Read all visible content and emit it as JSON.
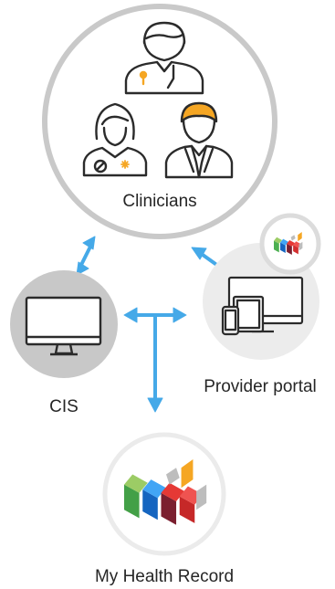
{
  "nodes": {
    "clinicians": {
      "label": "Clinicians"
    },
    "cis": {
      "label": "CIS"
    },
    "provider_portal": {
      "label": "Provider portal"
    },
    "my_health_record": {
      "label": "My Health Record"
    }
  },
  "icons": {
    "clinicians": [
      "male-doctor-icon",
      "female-nurse-icon",
      "doctor-in-suit-icon"
    ],
    "cis": "desktop-monitor-icon",
    "provider_portal": "devices-icon",
    "portal_badge": "my-health-record-logo",
    "my_health_record": "my-health-record-logo"
  },
  "colors": {
    "arrow": "#45a9e8",
    "outline": "#2b2b2b",
    "accent_orange": "#f5a623",
    "hair_orange": "#f5a623",
    "ring_grey": "#c9c9c9",
    "cis_fill": "#c8c8c8",
    "portal_fill": "#ececec"
  }
}
